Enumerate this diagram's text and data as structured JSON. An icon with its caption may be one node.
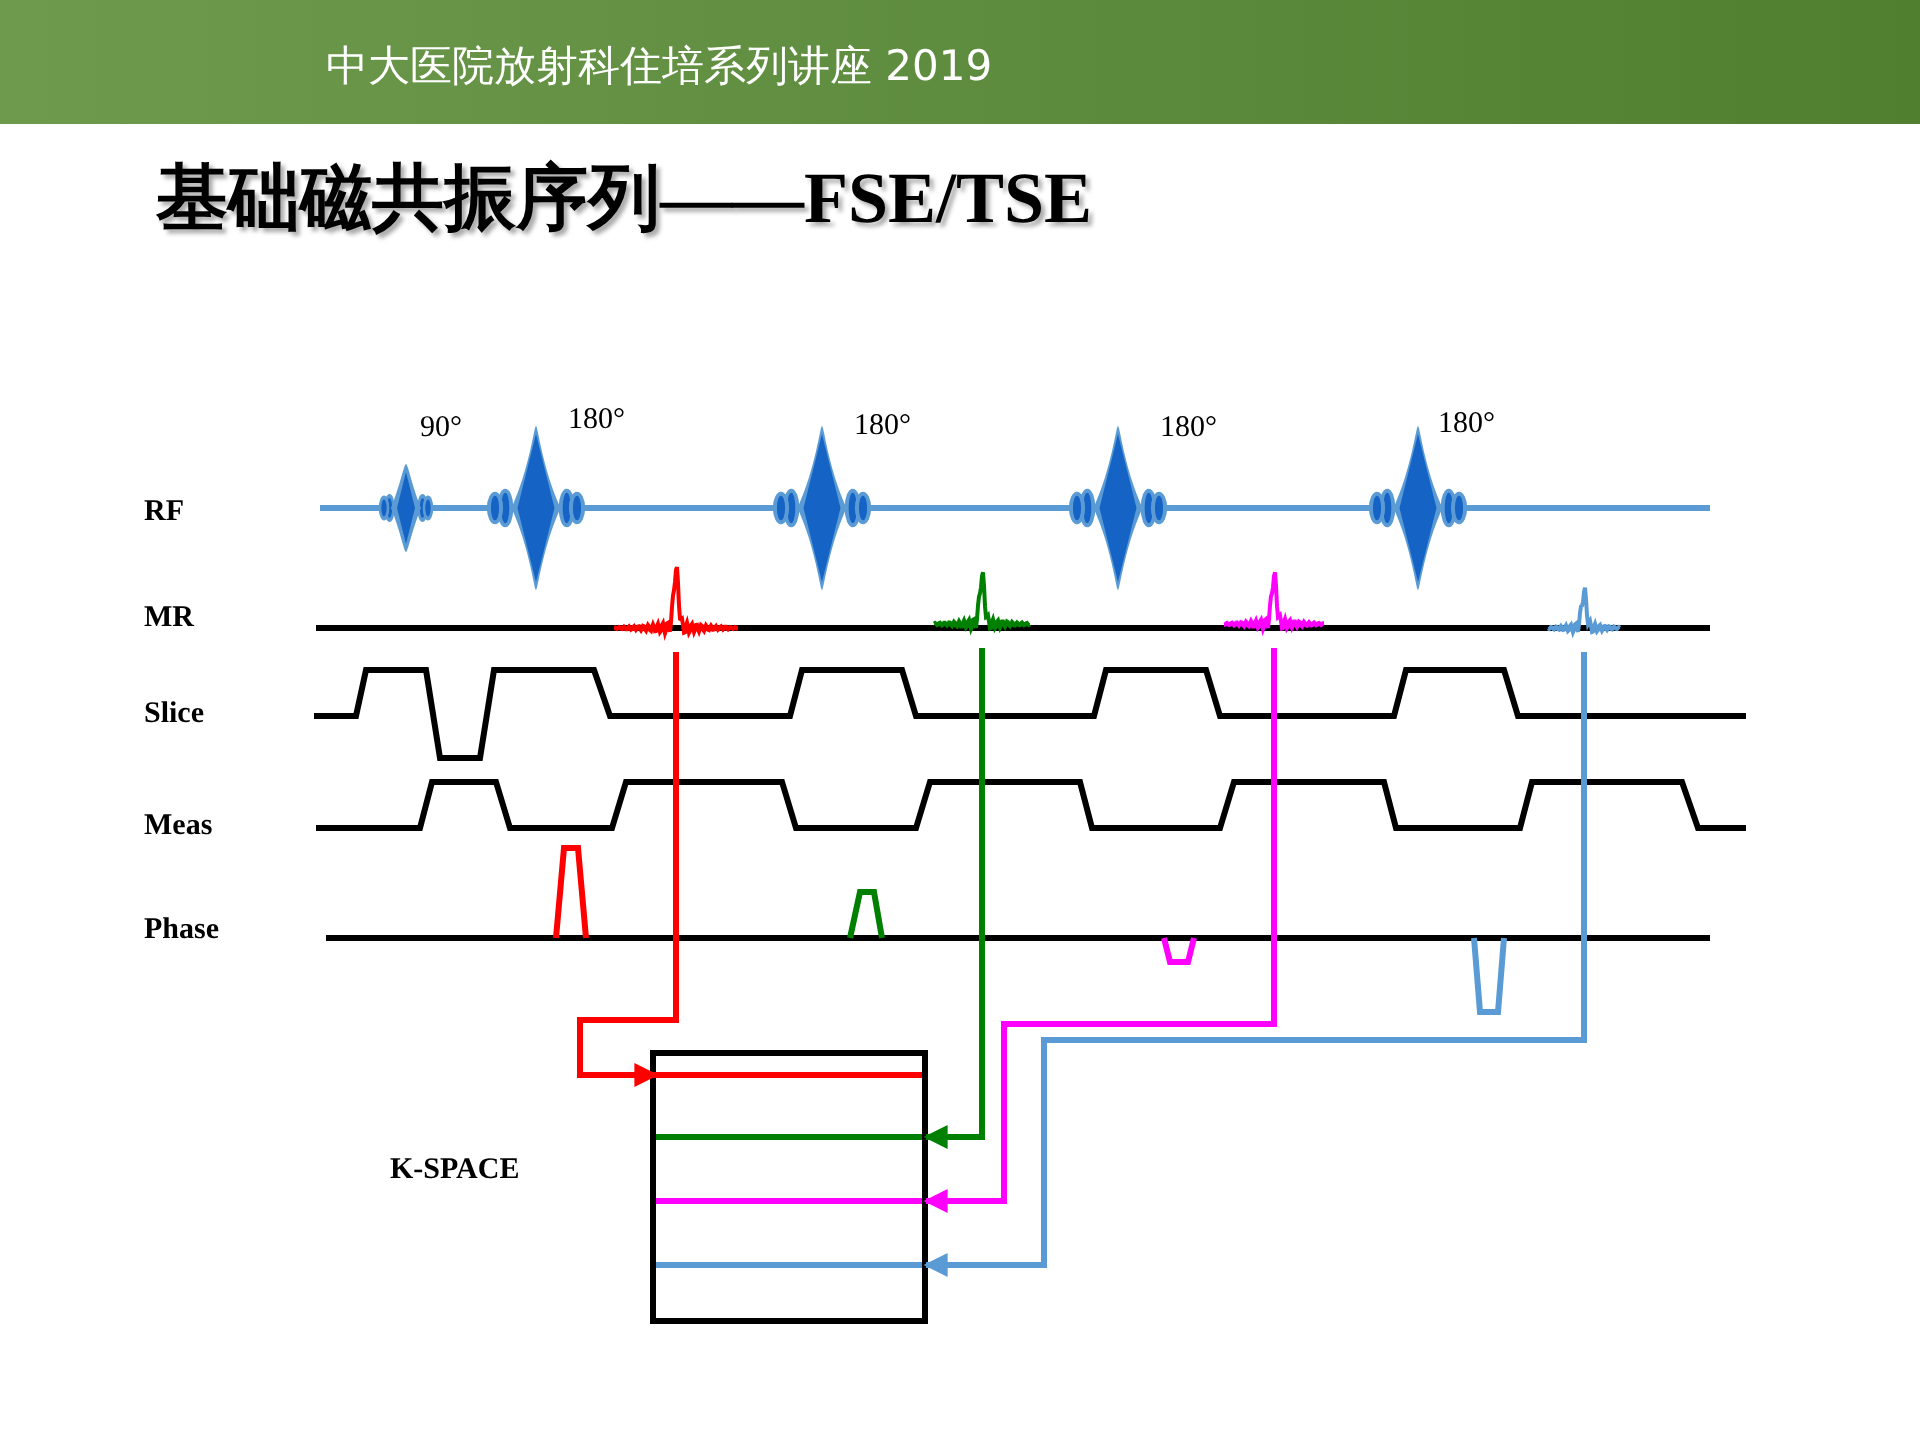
{
  "diagram": {
    "title": "基础磁共振序列——FSE/TSE",
    "nodes": [
      {
        "text": [],
        "shape": "box"
      },
      {
        "text": [],
        "shape": "wave"
      },
      {
        "text": [],
        "shape": "wave"
      },
      {
        "text": [],
        "shape": "wave"
      },
      {
        "text": [],
        "shape": "wave"
      },
      {
        "text": [],
        "shape": "line",
        "in": 0
      },
      {
        "text": [],
        "shape": "line",
        "in": 0
      },
      {
        "text": [],
        "shape": "line",
        "in": 0
      },
      {
        "text": [],
        "shape": "line",
        "in": 0
      }
    ],
    "edges": [
      {
        "from": 1,
        "to": 5,
        "arrow": "to",
        "color": "#ff0000"
      },
      {
        "from": 2,
        "to": 6,
        "arrow": "to",
        "color": "#008000"
      },
      {
        "from": 3,
        "to": 7,
        "arrow": "to",
        "color": "#ff00ff"
      },
      {
        "from": 4,
        "to": 8,
        "arrow": "to",
        "color": "#5b9bd5"
      }
    ],
    "labels": [
      "中大医院放射科住培系列讲座 2019",
      "90°",
      "180°",
      "180°",
      "180°",
      "180°",
      "RF",
      "MR",
      "Slice",
      "Meas",
      "Phase",
      "K-SPACE"
    ]
  }
}
